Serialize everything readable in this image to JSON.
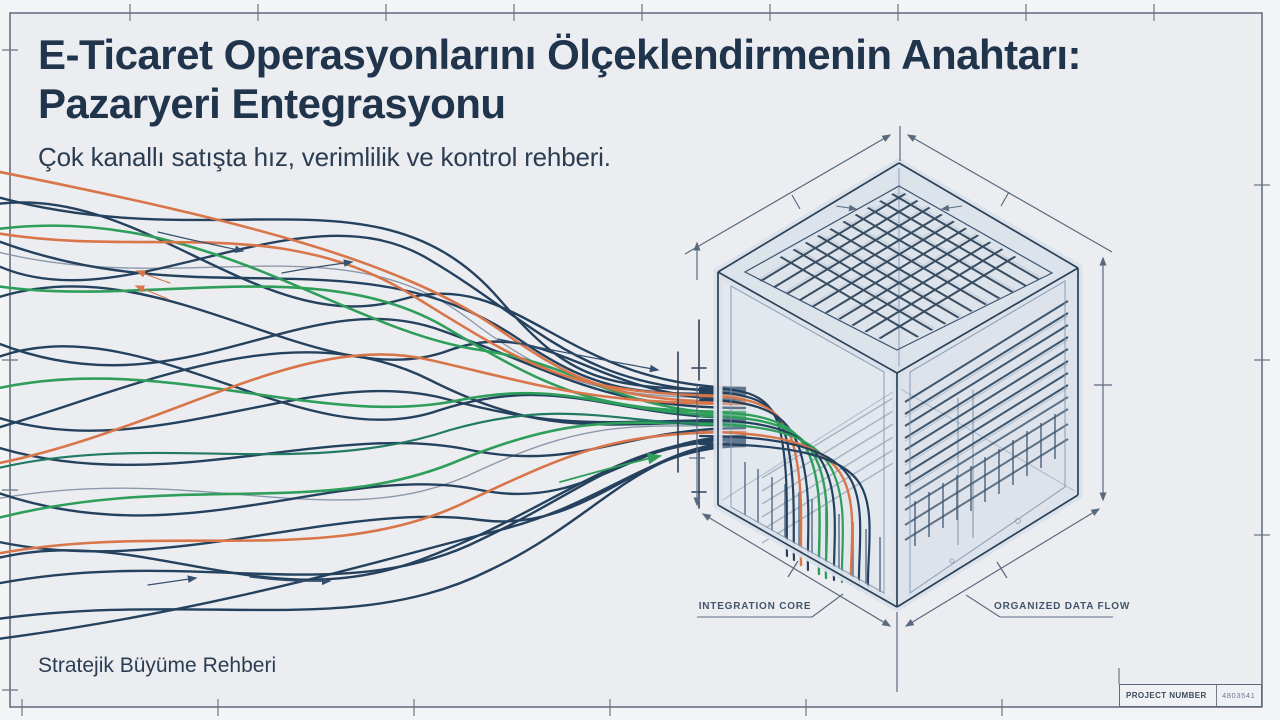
{
  "header": {
    "title_line1": "E-Ticaret Operasyonlarını Ölçeklendirmenin Anahtarı:",
    "title_line2": "Pazaryeri Entegrasyonu",
    "subtitle": "Çok kanallı satışta hız, verimlilik ve kontrol rehberi."
  },
  "footer": {
    "tagline": "Stratejik Büyüme Rehberi"
  },
  "diagram_labels": {
    "integration_core": "INTEGRATION CORE",
    "organized_data_flow": "ORGANIZED DATA FLOW"
  },
  "title_block": {
    "label": "PROJECT NUMBER",
    "value": "4803541"
  },
  "palette": {
    "background": "#edeff2",
    "ink": "#20344c",
    "frame_line": "#5d6a7a",
    "dimension_line": "#5a6a7e",
    "wire_navy": "#24415e",
    "wire_green": "#2f9e5b",
    "wire_teal": "#227a63",
    "wire_orange": "#d8764a",
    "wire_gray": "#8c99aa"
  }
}
